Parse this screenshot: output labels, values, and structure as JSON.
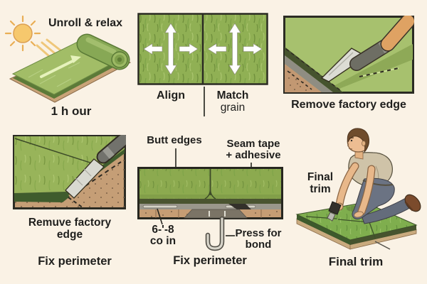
{
  "colors": {
    "background": "#faf2e5",
    "grass": "#90b054",
    "grass_dark": "#6f8f3c",
    "turf_edge": "#46532e",
    "soil": "#c59e76",
    "sun": "#f5c96d",
    "knife_handle": "#dfa263",
    "arrow_white": "#ffffff",
    "text": "#1f1f1d"
  },
  "panels": {
    "unroll": {
      "title": "Unroll & relax",
      "caption": "1 h our"
    },
    "align": {
      "left_label": "Align",
      "right_label_line1": "Match",
      "right_label_line2": "grain"
    },
    "remove_factory_edge_top": {
      "caption": "Remove factory edge"
    },
    "remove_factory_edge_bottom": {
      "caption_line1": "Remuve factory",
      "caption_line2": "edge",
      "footer": "Fix perimeter"
    },
    "seam": {
      "butt_label": "Butt edges",
      "tape_label_line1": "Seam tape",
      "tape_label_line2": "+ adhesive",
      "gap_label_line1": "6-'-8",
      "gap_label_line2": "co in",
      "press_label_line1": "Press for",
      "press_label_line2": "bond",
      "footer": "Fix perimeter"
    },
    "final_trim": {
      "side_label_line1": "Final",
      "side_label_line2": "trim",
      "caption": "Final trim"
    }
  }
}
